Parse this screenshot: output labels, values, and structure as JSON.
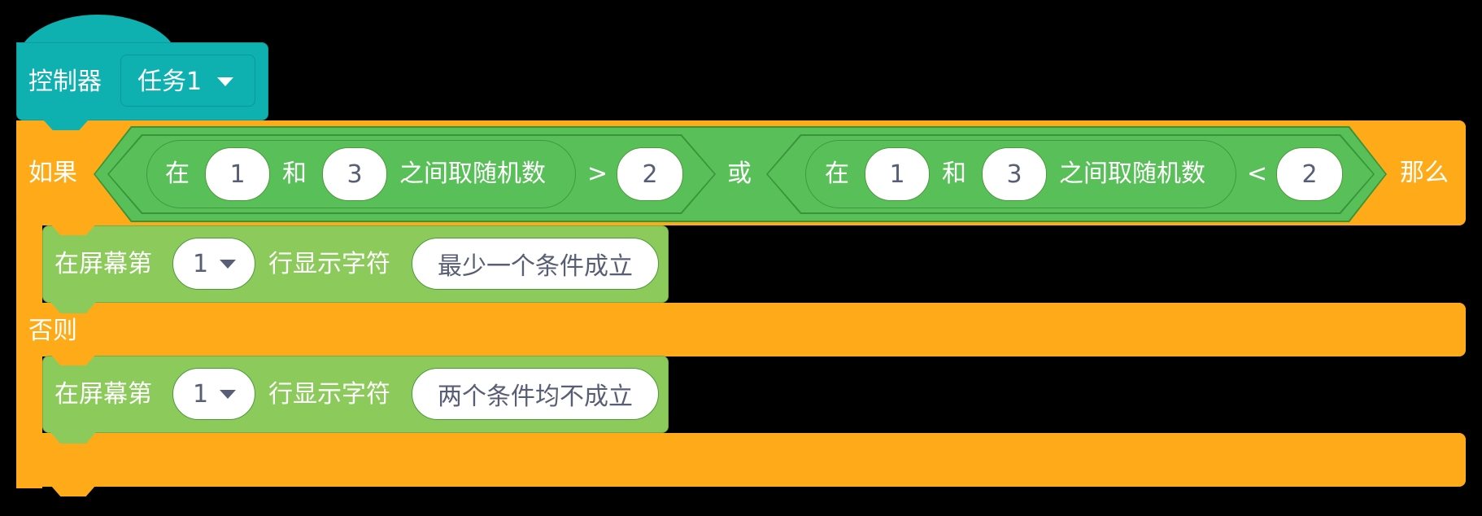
{
  "hat": {
    "label": "控制器",
    "dropdown_value": "任务1",
    "color": "#0fb0b0"
  },
  "if_block": {
    "if_label": "如果",
    "then_label": "那么",
    "else_label": "否则",
    "color": "#ffab19",
    "condition": {
      "operator": "或",
      "left": {
        "prefix": "在",
        "min": "1",
        "and": "和",
        "max": "3",
        "suffix": "之间取随机数",
        "compare": ">",
        "value": "2"
      },
      "right": {
        "prefix": "在",
        "min": "1",
        "and": "和",
        "max": "3",
        "suffix": "之间取随机数",
        "compare": "<",
        "value": "2"
      },
      "color": "#59c059"
    }
  },
  "then_block": {
    "prefix": "在屏幕第",
    "line": "1",
    "middle": "行显示字符",
    "text": "最少一个条件成立",
    "color": "#8ccb5b"
  },
  "else_block": {
    "prefix": "在屏幕第",
    "line": "1",
    "middle": "行显示字符",
    "text": "两个条件均不成立",
    "color": "#8ccb5b"
  }
}
